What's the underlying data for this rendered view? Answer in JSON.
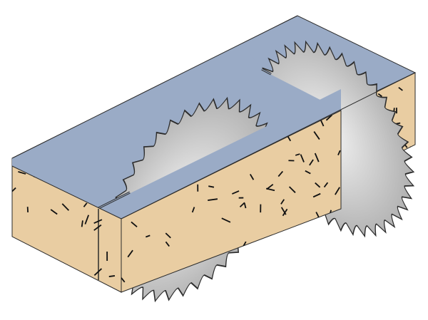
{
  "illustration": {
    "subject": "",
    "colors": {
      "background": "#ffffff",
      "top_face": "#9aabc6",
      "wood_face": "#e9cda2",
      "blade_light": "#f4f4f4",
      "blade_dark": "#a9a9a9",
      "outline": "#2b2b2b",
      "grain": "#111111"
    },
    "blades": [
      {
        "id": "rip-blade",
        "teeth": 36
      },
      {
        "id": "crosscut-blade",
        "teeth": 40
      }
    ]
  }
}
